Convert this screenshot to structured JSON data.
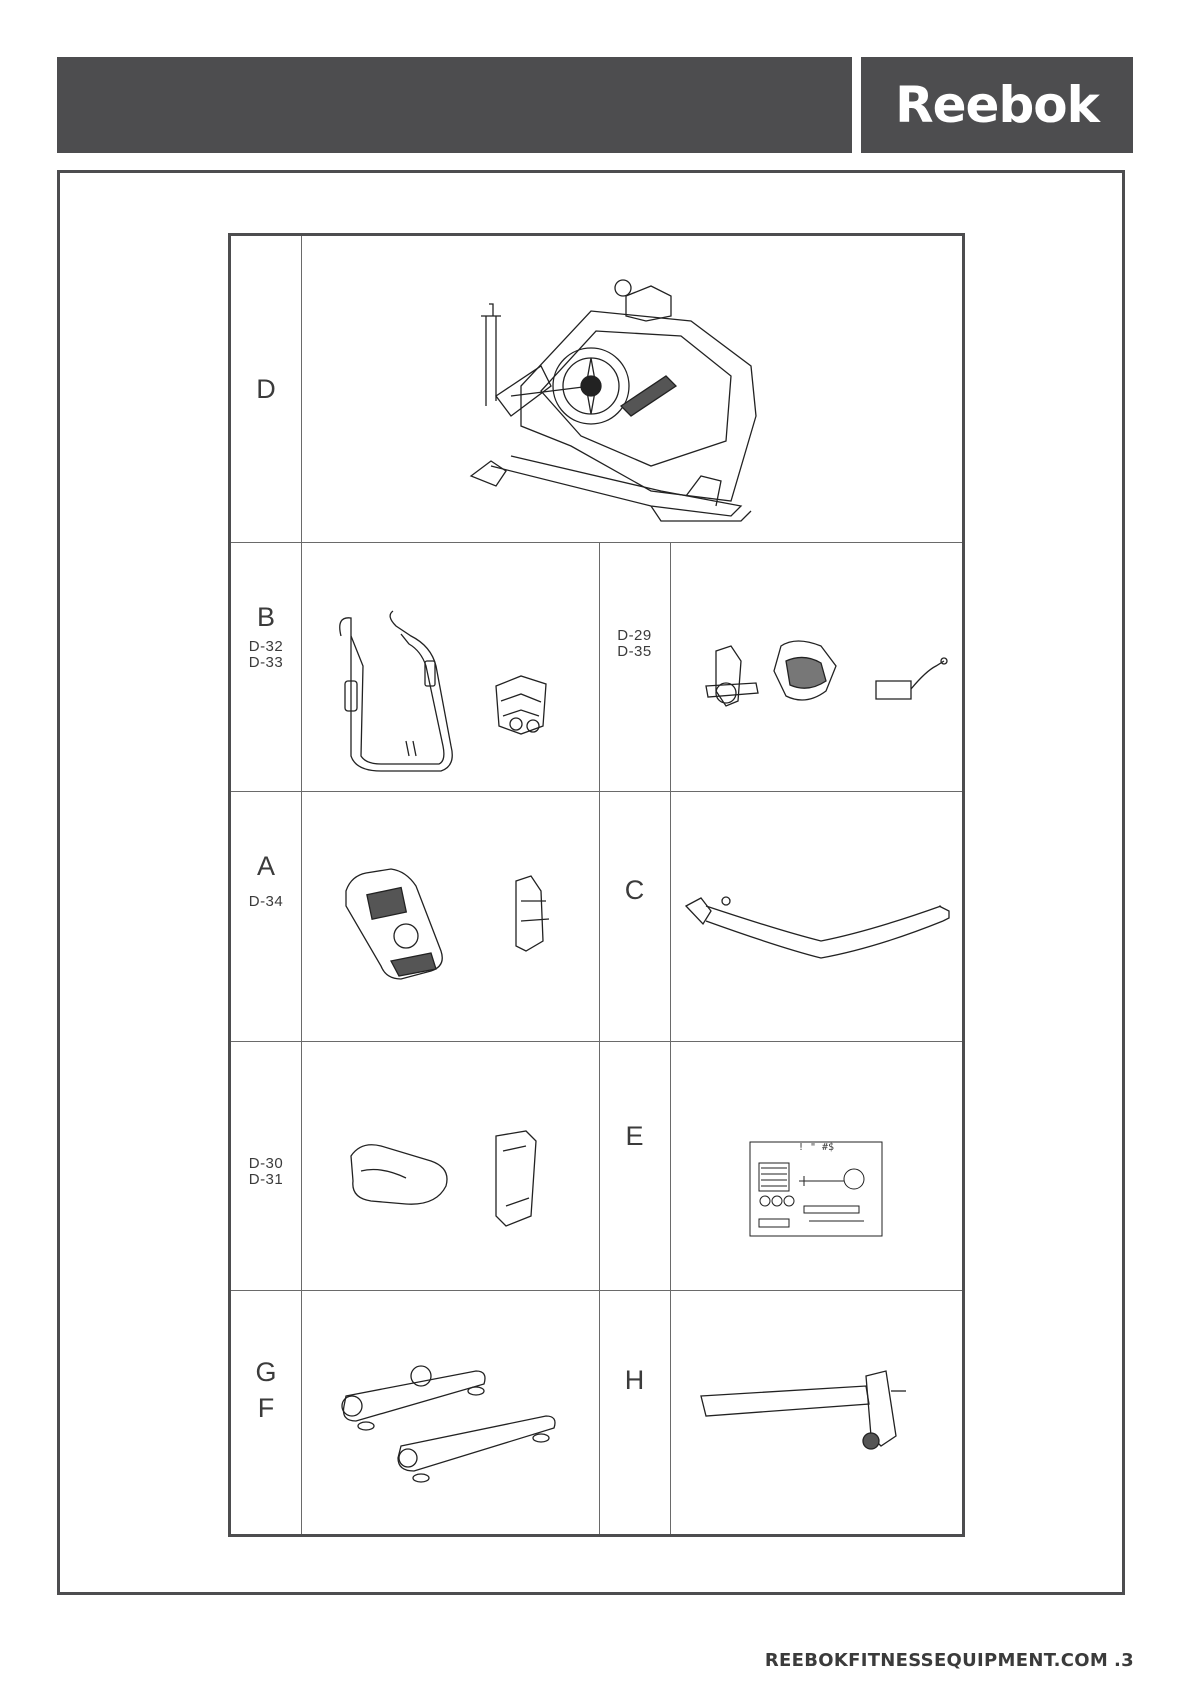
{
  "header": {
    "brand": "Reebok"
  },
  "rows": [
    {
      "id": "D",
      "left_label": "D",
      "left_codes": [],
      "image": "exercise-bike-main-frame"
    },
    {
      "id": "B",
      "left_label": "B",
      "left_codes": [
        "D-32",
        "D-33"
      ],
      "right_codes": [
        "D-29",
        "D-35"
      ],
      "images": [
        "handlebar-and-bracket",
        "pedals-and-adapter"
      ]
    },
    {
      "id": "A",
      "left_label": "A",
      "left_codes": [
        "D-34"
      ],
      "right_label": "C",
      "images": [
        "console-and-holder",
        "seat-tube"
      ]
    },
    {
      "id": "D30",
      "left_codes": [
        "D-30",
        "D-31"
      ],
      "right_label": "E",
      "images": [
        "seat-and-cover",
        "hardware-pack"
      ]
    },
    {
      "id": "GF",
      "left_label_top": "G",
      "left_label_bottom": "F",
      "right_label": "H",
      "images": [
        "front-rear-stabilizers",
        "seat-slider-post"
      ]
    }
  ],
  "hardware_pack_text": "! \" #$",
  "footer": {
    "url": "REEBOKFITNESSEQUIPMENT.COM",
    "page": ".3"
  }
}
